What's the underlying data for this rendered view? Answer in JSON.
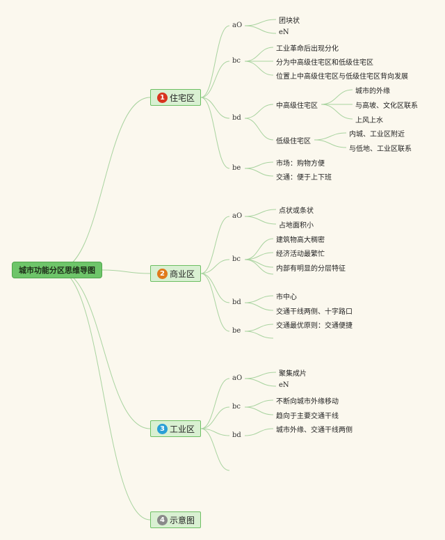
{
  "root": {
    "label": "城市功能分区思维导图"
  },
  "branches": [
    {
      "num": "1",
      "label": "住宅区",
      "color": "#d8331f",
      "subs": [
        {
          "label": "aO",
          "items": [
            "团块状",
            "eN"
          ]
        },
        {
          "label": "bc",
          "items": [
            "工业革命后出现分化",
            "分为中高级住宅区和低级住宅区",
            "位置上中高级住宅区与低级住宅区背向发展"
          ]
        },
        {
          "label": "bd",
          "groups": [
            {
              "label": "中高级住宅区",
              "items": [
                "城市的外缘",
                "与高坡、文化区联系",
                "上风上水"
              ]
            },
            {
              "label": "低级住宅区",
              "items": [
                "内城、工业区附近",
                "与低地、工业区联系"
              ]
            }
          ]
        },
        {
          "label": "be",
          "items": [
            "市场：购物方便",
            "交通：便于上下班"
          ]
        }
      ]
    },
    {
      "num": "2",
      "label": "商业区",
      "color": "#e07a1b",
      "subs": [
        {
          "label": "aO",
          "items": [
            "点状或条状",
            "占地面积小"
          ]
        },
        {
          "label": "bc",
          "items": [
            "建筑物高大稠密",
            "经济活动最繁忙",
            "内部有明显的分层特征"
          ]
        },
        {
          "label": "bd",
          "items": [
            "市中心",
            "交通干线两侧、十字路口"
          ]
        },
        {
          "label": "be",
          "items": [
            "交通最优原则：交通便捷"
          ]
        }
      ]
    },
    {
      "num": "3",
      "label": "工业区",
      "color": "#2a9fd6",
      "subs": [
        {
          "label": "aO",
          "items": [
            "聚集成片",
            "eN"
          ]
        },
        {
          "label": "bc",
          "items": [
            "不断向城市外缘移动",
            "趋向于主要交通干线"
          ]
        },
        {
          "label": "bd",
          "items": [
            "城市外缘、交通干线两侧"
          ]
        }
      ]
    },
    {
      "num": "4",
      "label": "示意图",
      "color": "#8a8a8a",
      "subs": []
    }
  ]
}
